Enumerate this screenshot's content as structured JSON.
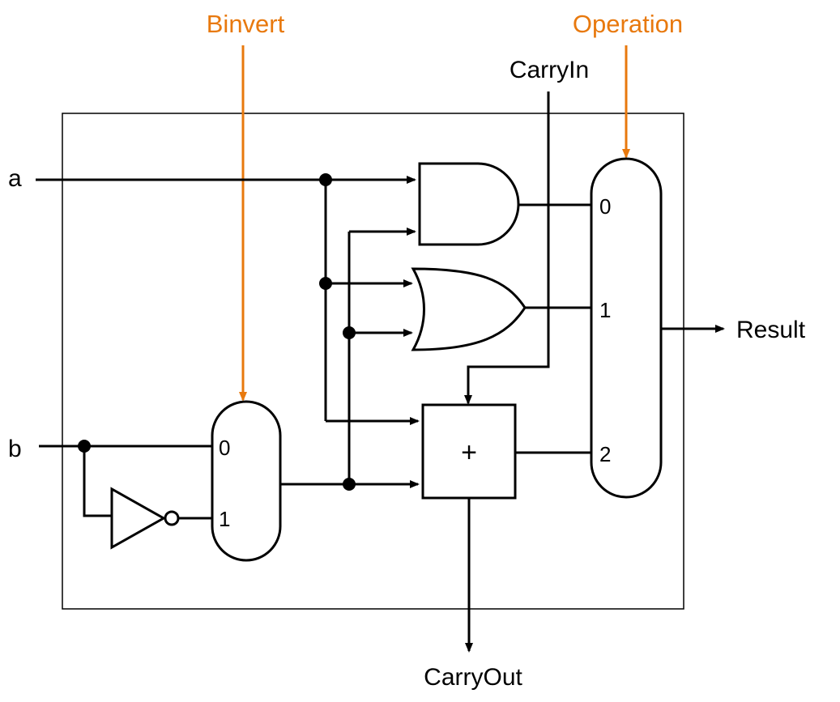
{
  "colors": {
    "control": "#E8790E",
    "wire": "#000000",
    "background": "#FFFFFF"
  },
  "inputs": {
    "a": "a",
    "b": "b"
  },
  "controls": {
    "binvert": "Binvert",
    "operation": "Operation",
    "carry_in": "CarryIn"
  },
  "outputs": {
    "result": "Result",
    "carry_out": "CarryOut"
  },
  "binvert_mux": {
    "input_0": "0",
    "input_1": "1"
  },
  "operation_mux": {
    "input_0": "0",
    "input_1": "1",
    "input_2": "2"
  },
  "adder": {
    "symbol": "+"
  }
}
